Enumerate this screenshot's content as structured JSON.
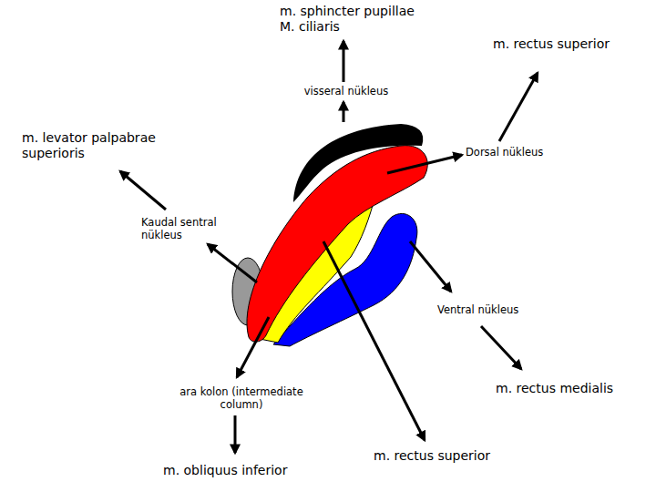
{
  "diagram": {
    "labels": [
      "m. sphincter pupillae M. ciliaris",
      "m. rectus superior",
      "visseral nükleus",
      "m. levator palpabrae superioris",
      "Dorsal nükleus",
      "Kaudal sentral nükleus",
      "Ventral nükleus",
      "ara kolon (intermediate column)",
      "m. rectus medialis",
      "m. obliquus inferior",
      "m. rectus superior"
    ]
  }
}
